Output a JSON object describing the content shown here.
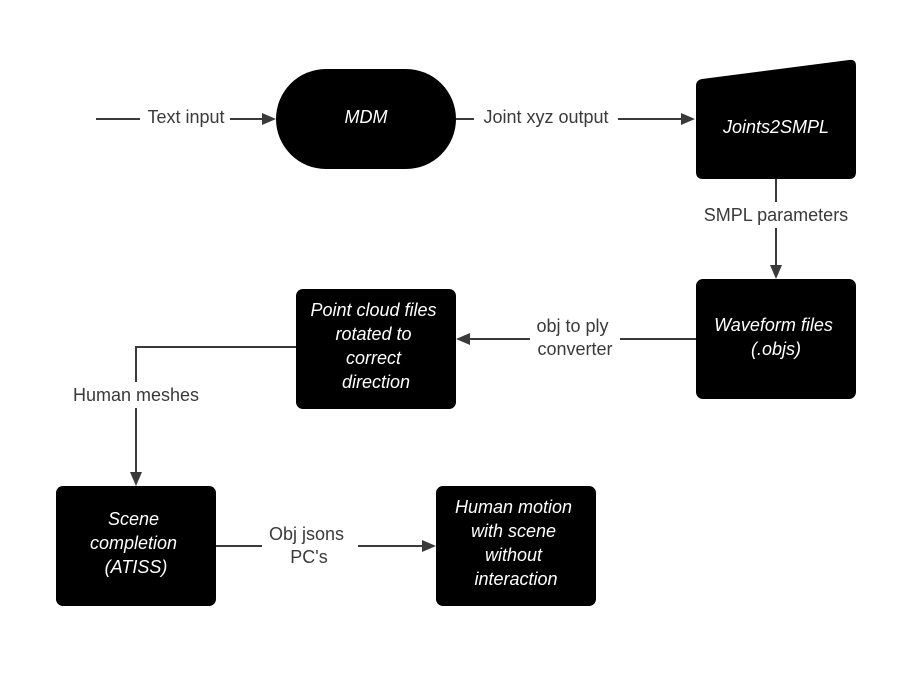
{
  "nodes": {
    "mdm": {
      "lines": [
        "MDM"
      ]
    },
    "joints2smpl": {
      "lines": [
        "Joints2SMPL"
      ]
    },
    "waveform": {
      "lines": [
        "Waveform files",
        "(.objs)"
      ]
    },
    "pointcloud": {
      "lines": [
        "Point cloud files",
        "rotated to",
        "correct",
        "direction"
      ]
    },
    "scene": {
      "lines": [
        "Scene",
        "completion",
        "(ATISS)"
      ]
    },
    "human_motion": {
      "lines": [
        "Human motion",
        "with scene",
        "without",
        "interaction"
      ]
    }
  },
  "edges": {
    "text_input": {
      "lines": [
        "Text input"
      ]
    },
    "joint_xyz": {
      "lines": [
        "Joint xyz output"
      ]
    },
    "smpl_params": {
      "lines": [
        "SMPL parameters"
      ]
    },
    "obj_to_ply": {
      "lines": [
        "obj to ply",
        "converter"
      ]
    },
    "human_meshes": {
      "lines": [
        "Human meshes"
      ]
    },
    "obj_jsons": {
      "lines": [
        "Obj jsons",
        "PC's"
      ]
    }
  },
  "colors": {
    "node_fill": "#000000",
    "node_text": "#ffffff",
    "edge_stroke": "#3a3a3a",
    "background": "#ffffff"
  }
}
